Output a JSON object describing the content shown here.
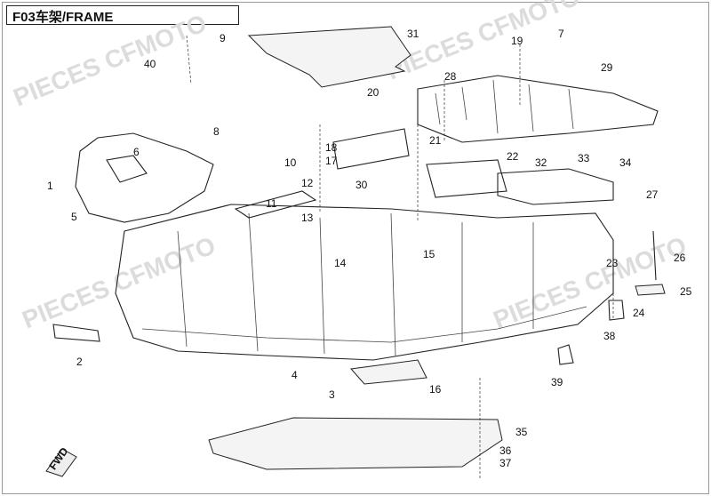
{
  "title": "F03车架/FRAME",
  "watermarks": [
    "PIECES CFMOTO",
    "PIECES CFMOTO",
    "PIECES CFMOTO",
    "PIECES CFMOTO"
  ],
  "fwd_label": "FWD",
  "callouts": [
    "1",
    "2",
    "3",
    "4",
    "5",
    "6",
    "7",
    "8",
    "9",
    "10",
    "11",
    "12",
    "13",
    "14",
    "15",
    "16",
    "17",
    "18",
    "19",
    "20",
    "21",
    "22",
    "23",
    "24",
    "25",
    "26",
    "27",
    "28",
    "29",
    "30",
    "31",
    "32",
    "33",
    "34",
    "35",
    "36",
    "37",
    "38",
    "39",
    "40"
  ],
  "callout_positions": {}
}
